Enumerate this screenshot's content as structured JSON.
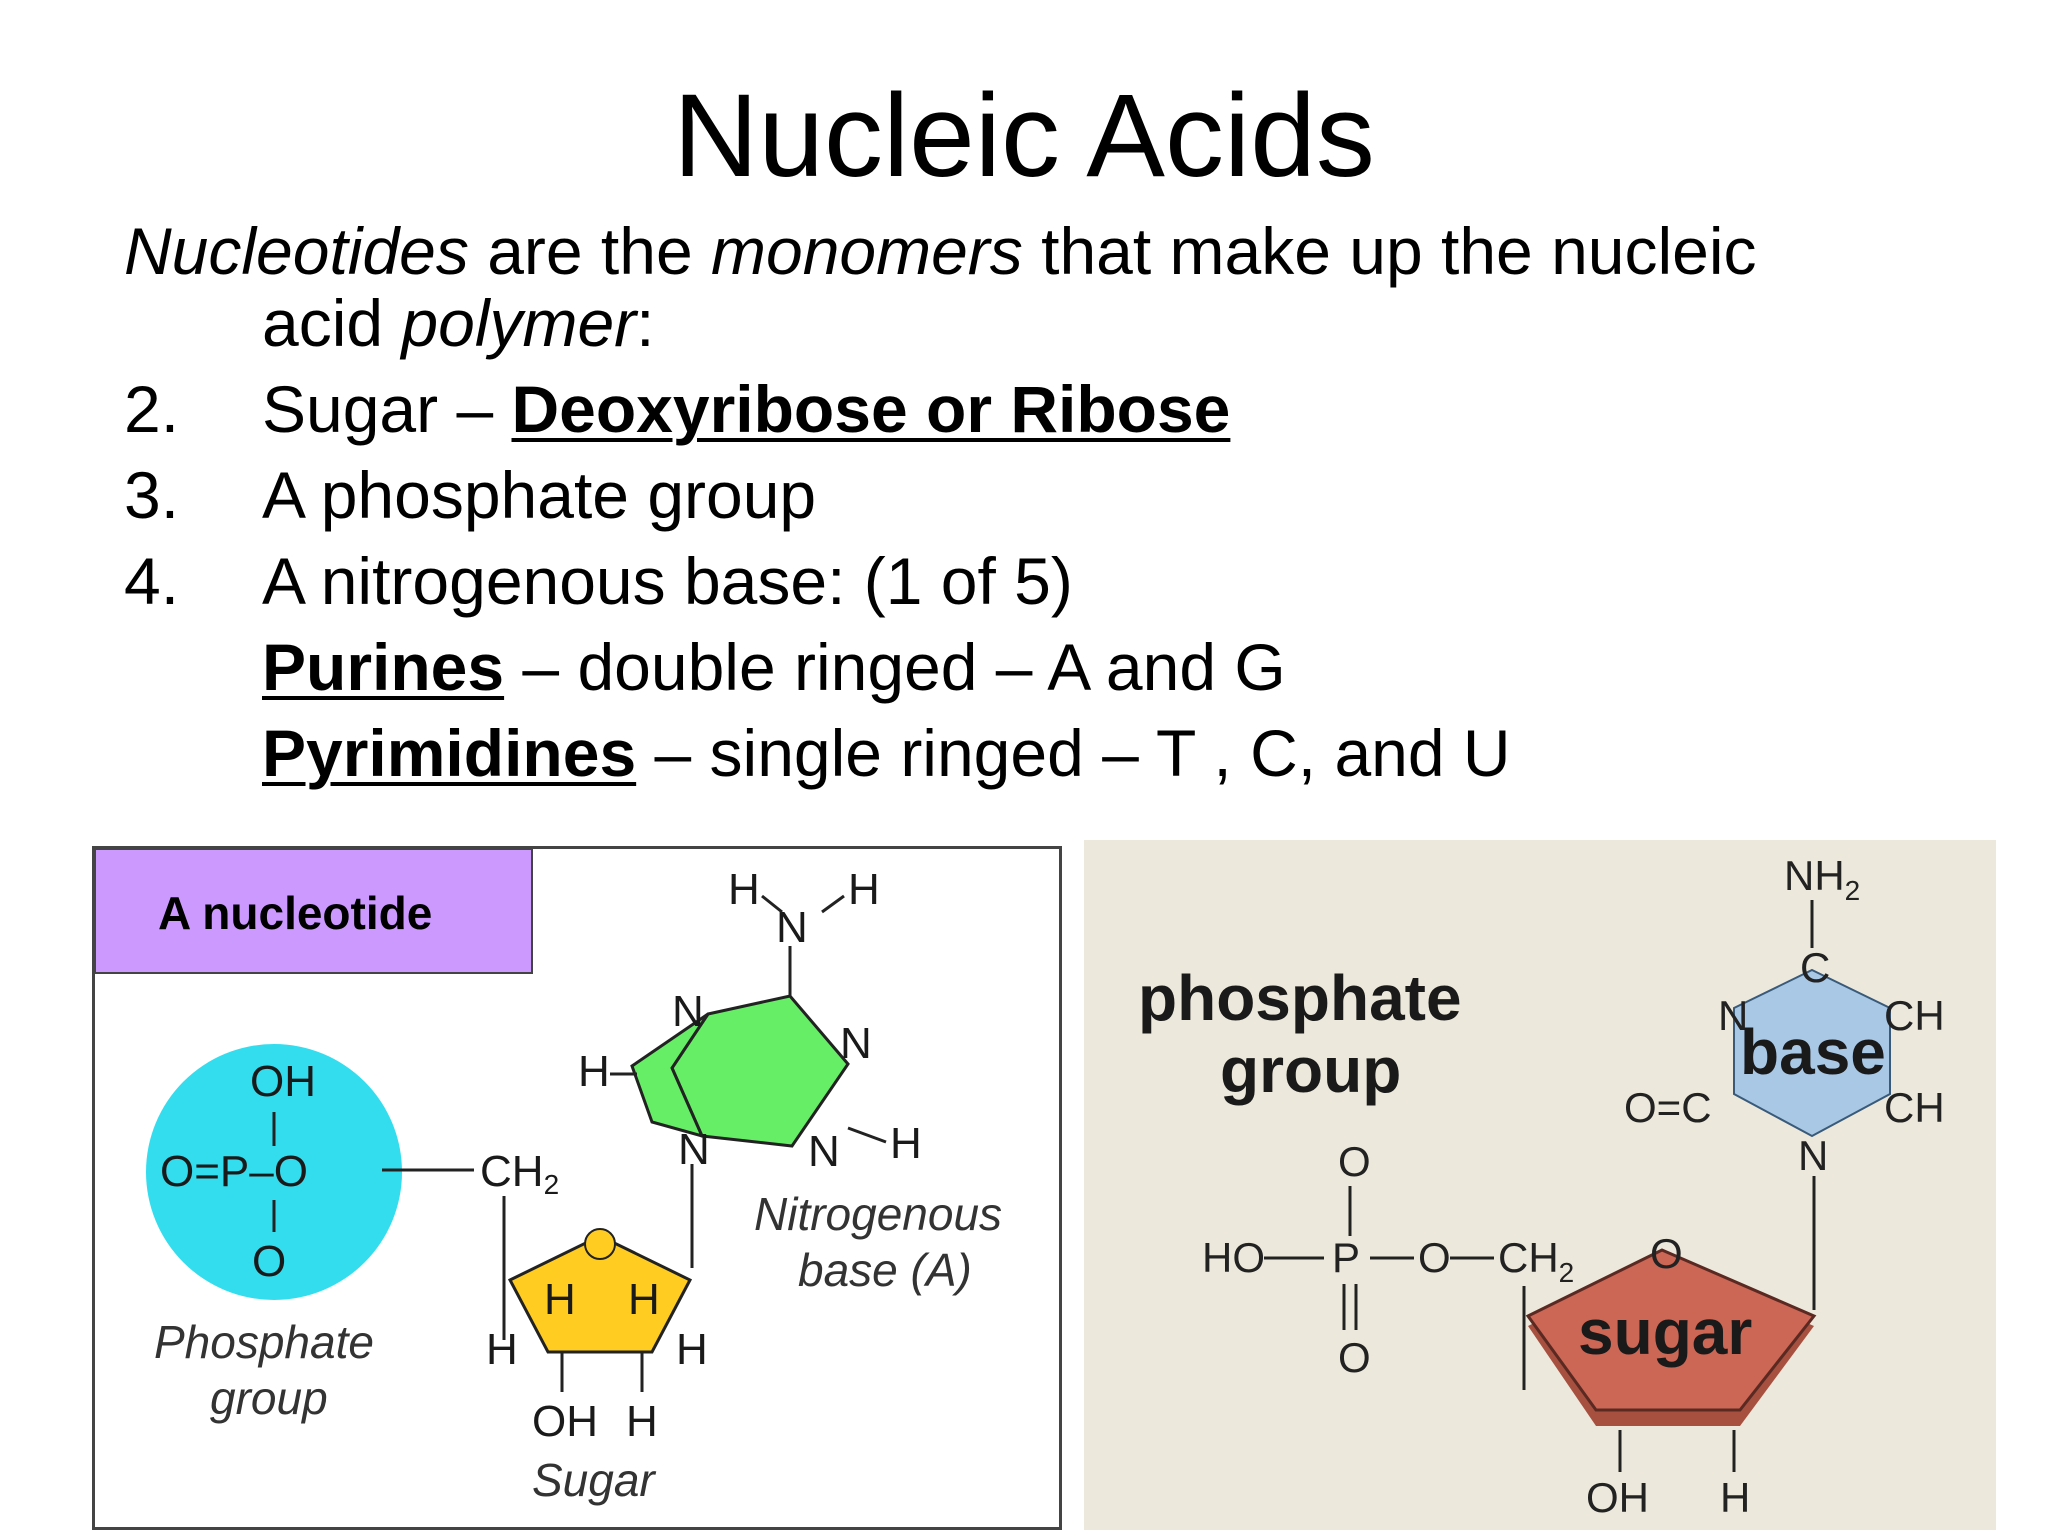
{
  "slide": {
    "title": "Nucleic Acids",
    "intro": {
      "w1": "Nucleotides",
      "t1": " are the ",
      "w2": "monomers",
      "t2": " that make up the nucleic",
      "t3": "acid ",
      "w3": "polymer",
      "t4": ":"
    },
    "items": [
      {
        "num": "2.",
        "text": "Sugar – ",
        "bold": "Deoxyribose or Ribose"
      },
      {
        "num": "3.",
        "text": "A phosphate group"
      },
      {
        "num": "4.",
        "text": "A nitrogenous base: (1 of 5)"
      }
    ],
    "sub": [
      {
        "bold": "Purines",
        "text": " – double ringed – A and G"
      },
      {
        "bold": "Pyrimidines",
        "text": " – single ringed – T , C, and U"
      }
    ]
  },
  "figure_left": {
    "label": "A nucleotide",
    "phosphate_caption": [
      "Phosphate",
      "group"
    ],
    "sugar_caption": "Sugar",
    "base_caption": [
      "Nitrogenous",
      "base (A)"
    ],
    "atoms": {
      "oh": "OH",
      "o_eq": "O=P–O",
      "o_minus": "O",
      "ch2": "CH",
      "sub2": "2",
      "h": "H",
      "n": "N",
      "o": "O",
      "oh_h": "OH"
    },
    "colors": {
      "label_bg": "#cc99ff",
      "phosphate": "#33ddee",
      "sugar": "#ffcc22",
      "base": "#66ee66"
    }
  },
  "figure_right": {
    "phosphate_label": [
      "phosphate",
      "group"
    ],
    "sugar_label": "sugar",
    "base_label": "base",
    "atoms": {
      "nh2": "NH",
      "sub2": "2",
      "c": "C",
      "n": "N",
      "ch": "CH",
      "oc": "O=C",
      "o": "O",
      "ho": "HO",
      "p": "P",
      "ch2": "CH",
      "oh": "OH",
      "h": "H"
    },
    "colors": {
      "bg": "#ece9dc",
      "sugar": "#cc6655",
      "base": "#a8c8e6"
    }
  }
}
